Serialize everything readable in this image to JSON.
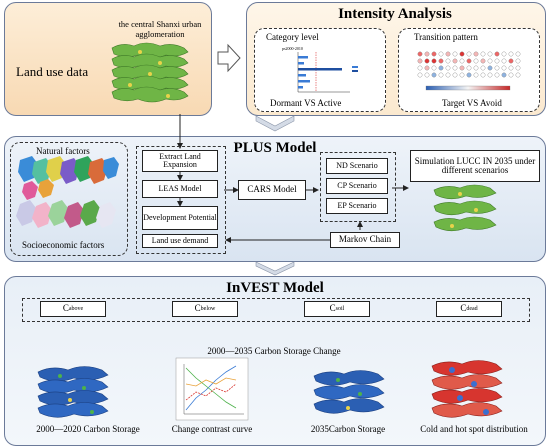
{
  "land_use": {
    "region_caption": "the central Shanxi urban agglomeration",
    "label": "Land use data"
  },
  "intensity": {
    "title": "Intensity Analysis",
    "category_level": {
      "label": "Category level",
      "chart_title": "ps2000-2010",
      "caption": "Dormant VS Active"
    },
    "transition_pattern": {
      "label": "Transition pattern",
      "caption": "Target VS Avoid"
    }
  },
  "plus": {
    "title": "PLUS Model",
    "natural_factors": "Natural factors",
    "socioeconomic_factors": "Socioeconomic factors",
    "flow_boxes": [
      "Extract Land Expansion",
      "LEAS Model",
      "Development Potential",
      "Land use demand"
    ],
    "cars_model": "CARS Model",
    "scenarios": [
      "ND Scenario",
      "CP Scenario",
      "EP Scenario"
    ],
    "simulation_label": "Simulation LUCC IN 2035 under different scenarios",
    "markov_chain": "Markov Chain"
  },
  "invest": {
    "title": "InVEST Model",
    "pools": [
      {
        "base": "C",
        "sub": "above"
      },
      {
        "base": "C",
        "sub": "below"
      },
      {
        "base": "C",
        "sub": "soil"
      },
      {
        "base": "C",
        "sub": "dead"
      }
    ],
    "change_title": "2000—2035 Carbon Storage Change",
    "captions": [
      "2000—2020 Carbon Storage",
      "Change contrast curve",
      "2035Carbon Storage",
      "Cold and hot spot distribution"
    ]
  },
  "colors": {
    "panel_top_left": "#fbe0bf",
    "panel_top_right": "#fdf0dc",
    "panel_middle": "#dce6f2",
    "panel_bottom": "#e3ecf6",
    "border": "#6b7a99",
    "map_green": "#5fae3a",
    "map_blue": "#2b5fb3",
    "hot_red": "#d7352f"
  }
}
